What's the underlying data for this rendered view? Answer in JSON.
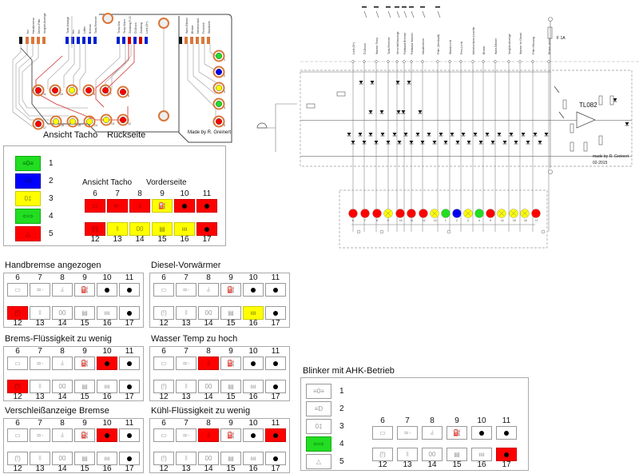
{
  "pcb": {
    "label_front": "Ansicht Tacho",
    "label_back": "Rückseite",
    "credit": "Made by R. Greinert",
    "connector_left_labels": [
      "frei",
      "Handbremse",
      "Diesel-Filter",
      "Vorglüh-Anzeige"
    ],
    "connector_mid_labels": [
      "Tank-Anzeige",
      "frei",
      "frei",
      "Lüfter",
      "Bremse",
      "Tank-Reserve"
    ],
    "connector_right_labels": [
      "Temp.Anz",
      "Temp.Warn",
      "Zündung P.15",
      "Öl-Druck",
      "Zündung",
      "Licht (D+)"
    ],
    "connector_far_labels": [
      "Warn-Blinker",
      "Blinker",
      "Nebelschluß",
      "Fernlicht",
      "Standlicht"
    ],
    "rear_lamp_numbers": [
      "1",
      "2",
      "3",
      "4",
      "5"
    ],
    "rear_lamp_colors": [
      "green",
      "blue",
      "yellow",
      "green",
      "red"
    ],
    "front_lamps": [
      {
        "n": "11",
        "color": "red"
      },
      {
        "n": "10",
        "color": "red"
      },
      {
        "n": "9",
        "color": "yellow"
      },
      {
        "n": "8",
        "color": "red"
      },
      {
        "n": "7",
        "color": "red"
      },
      {
        "n": "6",
        "color": "red"
      },
      {
        "n": "17",
        "color": "red"
      },
      {
        "n": "16",
        "color": "yellow"
      },
      {
        "n": "15",
        "color": "yellow"
      },
      {
        "n": "14",
        "color": "yellow"
      },
      {
        "n": "13",
        "color": "yellow"
      },
      {
        "n": "12",
        "color": "red"
      }
    ]
  },
  "legend": {
    "title_left": "Ansicht Tacho",
    "title_right": "Vorderseite",
    "side": [
      {
        "n": "1",
        "color": "green",
        "icon": "headlight-icon",
        "glyph": "≡0≡"
      },
      {
        "n": "2",
        "color": "blue",
        "icon": "high-beam-icon",
        "glyph": "≡D"
      },
      {
        "n": "3",
        "color": "yellow",
        "icon": "fog-light-icon",
        "glyph": "0‡"
      },
      {
        "n": "4",
        "color": "green",
        "icon": "turn-signal-icon",
        "glyph": "⇦⇨"
      },
      {
        "n": "5",
        "color": "red",
        "icon": "hazard-icon",
        "glyph": "△"
      }
    ],
    "top": [
      {
        "n": "6",
        "color": "red",
        "icon": "battery-icon",
        "glyph": "▭"
      },
      {
        "n": "7",
        "color": "red",
        "icon": "oil-pressure-icon",
        "glyph": "≃·"
      },
      {
        "n": "8",
        "color": "red",
        "icon": "coolant-temp-icon",
        "glyph": "⫰"
      },
      {
        "n": "9",
        "color": "yellow",
        "icon": "fuel-icon",
        "glyph": "⛽"
      },
      {
        "n": "10",
        "color": "red",
        "icon": "dot-icon",
        "glyph": "dot"
      },
      {
        "n": "11",
        "color": "red",
        "icon": "dot-icon",
        "glyph": "dot"
      }
    ],
    "bottom": [
      {
        "n": "12",
        "color": "red",
        "icon": "brake-icon",
        "glyph": "(!)"
      },
      {
        "n": "13",
        "color": "yellow",
        "icon": "fan-icon",
        "glyph": "⦚⦚"
      },
      {
        "n": "14",
        "color": "yellow",
        "icon": "glow-plug-icon",
        "glyph": "00"
      },
      {
        "n": "15",
        "color": "yellow",
        "icon": "fuel-filter-icon",
        "glyph": "▤"
      },
      {
        "n": "16",
        "color": "yellow",
        "icon": "diesel-heater-icon",
        "glyph": "ιιιι"
      },
      {
        "n": "17",
        "color": "red",
        "icon": "dot-icon",
        "glyph": "dot"
      }
    ]
  },
  "scenarios": [
    {
      "title": "Handbremse angezogen",
      "active": {
        "12": "red"
      }
    },
    {
      "title": "Diesel-Vorwärmer",
      "active": {
        "16": "yellow"
      }
    },
    {
      "title": "Brems-Flüssigkeit zu wenig",
      "active": {
        "10": "red",
        "12": "red"
      }
    },
    {
      "title": "Wasser Temp zu hoch",
      "active": {
        "8": "red"
      }
    },
    {
      "title": "Verschleißanzeige Bremse",
      "active": {
        "10": "red"
      }
    },
    {
      "title": "Kühl-Flüssigkeit zu wenig",
      "active": {
        "8": "red",
        "11": "red"
      }
    }
  ],
  "blinker": {
    "title": "Blinker mit AHK-Betrieb",
    "active": {
      "4": "green",
      "17": "red"
    }
  },
  "schematic": {
    "inputs": [
      "Licht (D+)",
      "Öl-Druck",
      "Wasser Temp",
      "Tank-Reserve",
      "Verschleißanzeige",
      "Füllstand Bremse",
      "Füllstand Wasser",
      "Handbremse",
      "Filter (Verstopft)",
      "Stand-Licht",
      "Fern-Licht",
      "Nebelschluss-Leuchte",
      "Blinker",
      "Warn-Blinker",
      "Vorglüh-Anzeige",
      "Wasser im Diesel",
      "Filter-Heizung",
      "Blinker-Anhänger"
    ],
    "fuse": "F 1A",
    "ic": "TL082",
    "credit": "made by R. Greinert",
    "date": "02-2015",
    "lamp_numbers": [
      "6",
      "7",
      "8",
      "9",
      "10",
      "11",
      "12",
      "13",
      "1",
      "2",
      "3",
      "4",
      "5",
      "14",
      "15",
      "16",
      "17"
    ],
    "lamp_colors": [
      "red",
      "red",
      "red",
      "yellow",
      "red",
      "red",
      "red",
      "yellow",
      "green",
      "blue",
      "yellow",
      "green",
      "red",
      "yellow",
      "yellow",
      "yellow",
      "red"
    ]
  },
  "colors": {
    "red": "#ff0000",
    "yellow": "#ffff00",
    "green": "#22dd22",
    "blue": "#0000ee",
    "copper": "#d9773a",
    "trace": "#b0b0b0"
  }
}
